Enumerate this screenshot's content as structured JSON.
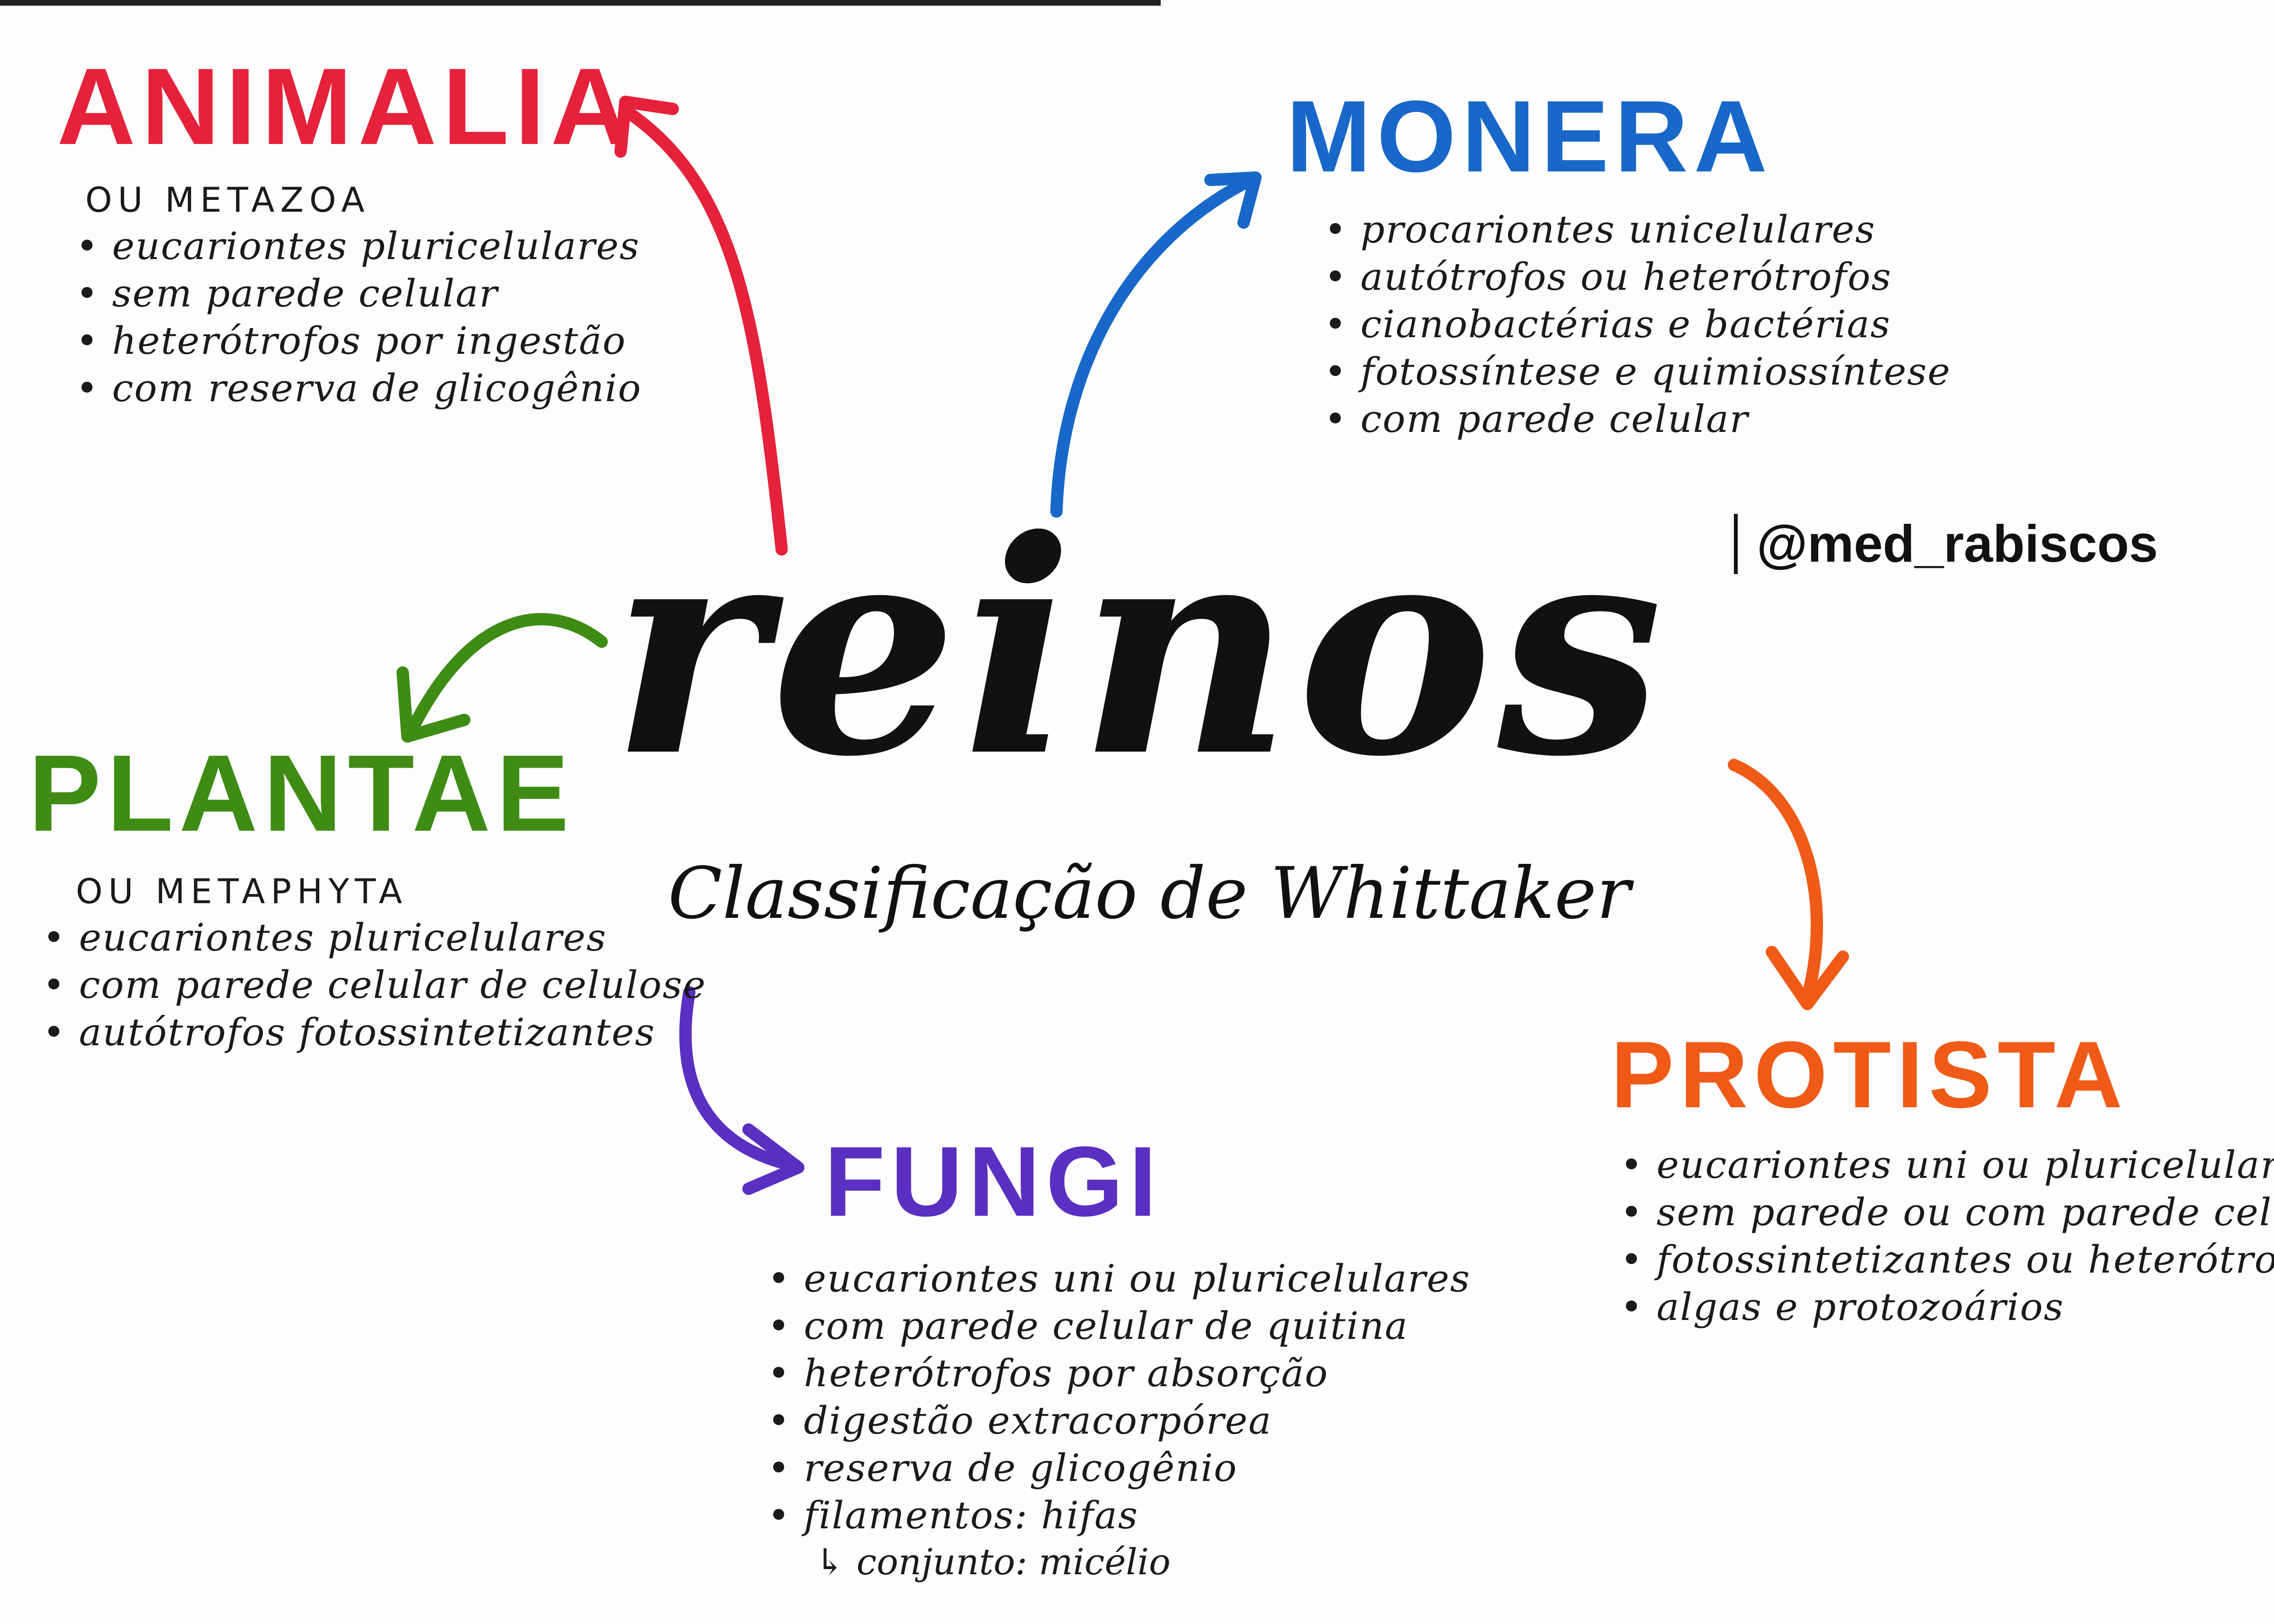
{
  "center": {
    "title": "reinos",
    "subtitle": "Classificação de Whittaker"
  },
  "handle": "@med_rabiscos",
  "colors": {
    "animalia": "#e5213b",
    "monera": "#1768c8",
    "plantae": "#3e8c14",
    "fungi": "#5a2fc1",
    "protista": "#ef5a17",
    "ink": "#111111"
  },
  "kingdoms": {
    "animalia": {
      "name": "ANIMALIA",
      "alt": "OU METAZOA",
      "traits": [
        "eucariontes pluricelulares",
        "sem parede celular",
        "heterótrofos por ingestão",
        "com reserva de glicogênio"
      ]
    },
    "monera": {
      "name": "MONERA",
      "traits": [
        "procariontes unicelulares",
        "autótrofos ou heterótrofos",
        "cianobactérias e bactérias",
        "fotossíntese e quimiossíntese",
        "com parede celular"
      ]
    },
    "plantae": {
      "name": "PLANTAE",
      "alt": "OU METAPHYTA",
      "traits": [
        "eucariontes pluricelulares",
        "com parede celular de celulose",
        "autótrofos fotossintetizantes"
      ]
    },
    "fungi": {
      "name": "FUNGI",
      "traits": [
        "eucariontes uni ou pluricelulares",
        "com parede celular de quitina",
        "heterótrofos por absorção",
        "digestão extracorpórea",
        "reserva de glicogênio",
        "filamentos: hifas"
      ],
      "subnote": "↳ conjunto: micélio"
    },
    "protista": {
      "name": "PROTISTA",
      "traits": [
        "eucariontes uni ou pluricelulares",
        "sem parede ou com parede celular",
        "fotossintetizantes ou heterótrofos",
        "algas e protozoários"
      ]
    }
  }
}
